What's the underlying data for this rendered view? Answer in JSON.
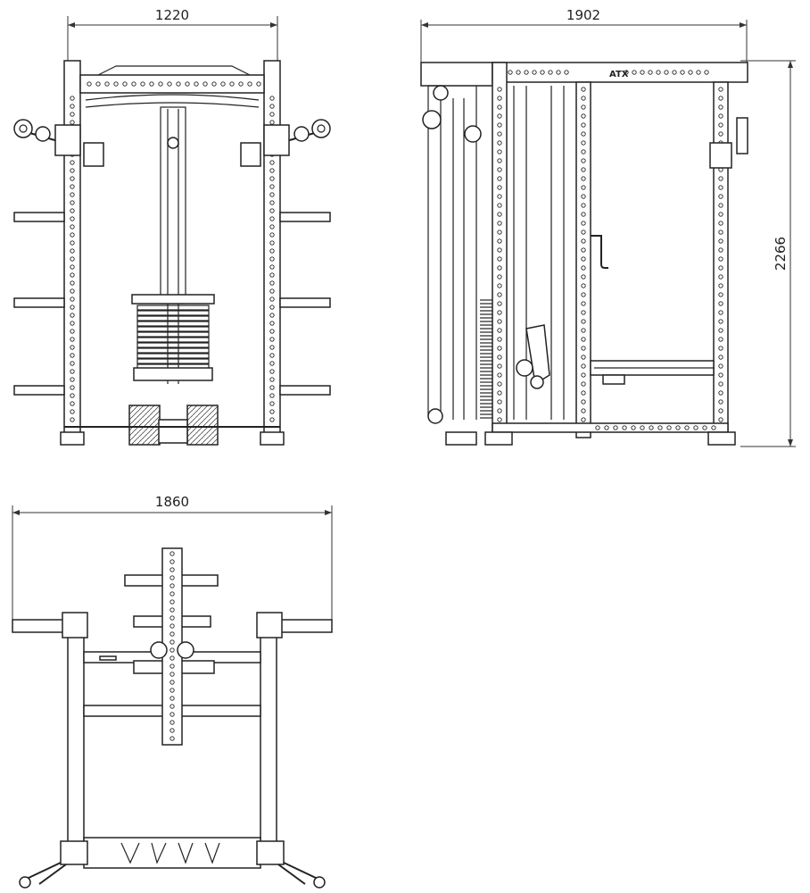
{
  "drawing": {
    "dimensions": {
      "front_width": "1220",
      "side_depth": "1902",
      "side_height": "2266",
      "top_width": "1860"
    },
    "branding": "ATX",
    "line_color": "#222222",
    "background": "#ffffff"
  }
}
